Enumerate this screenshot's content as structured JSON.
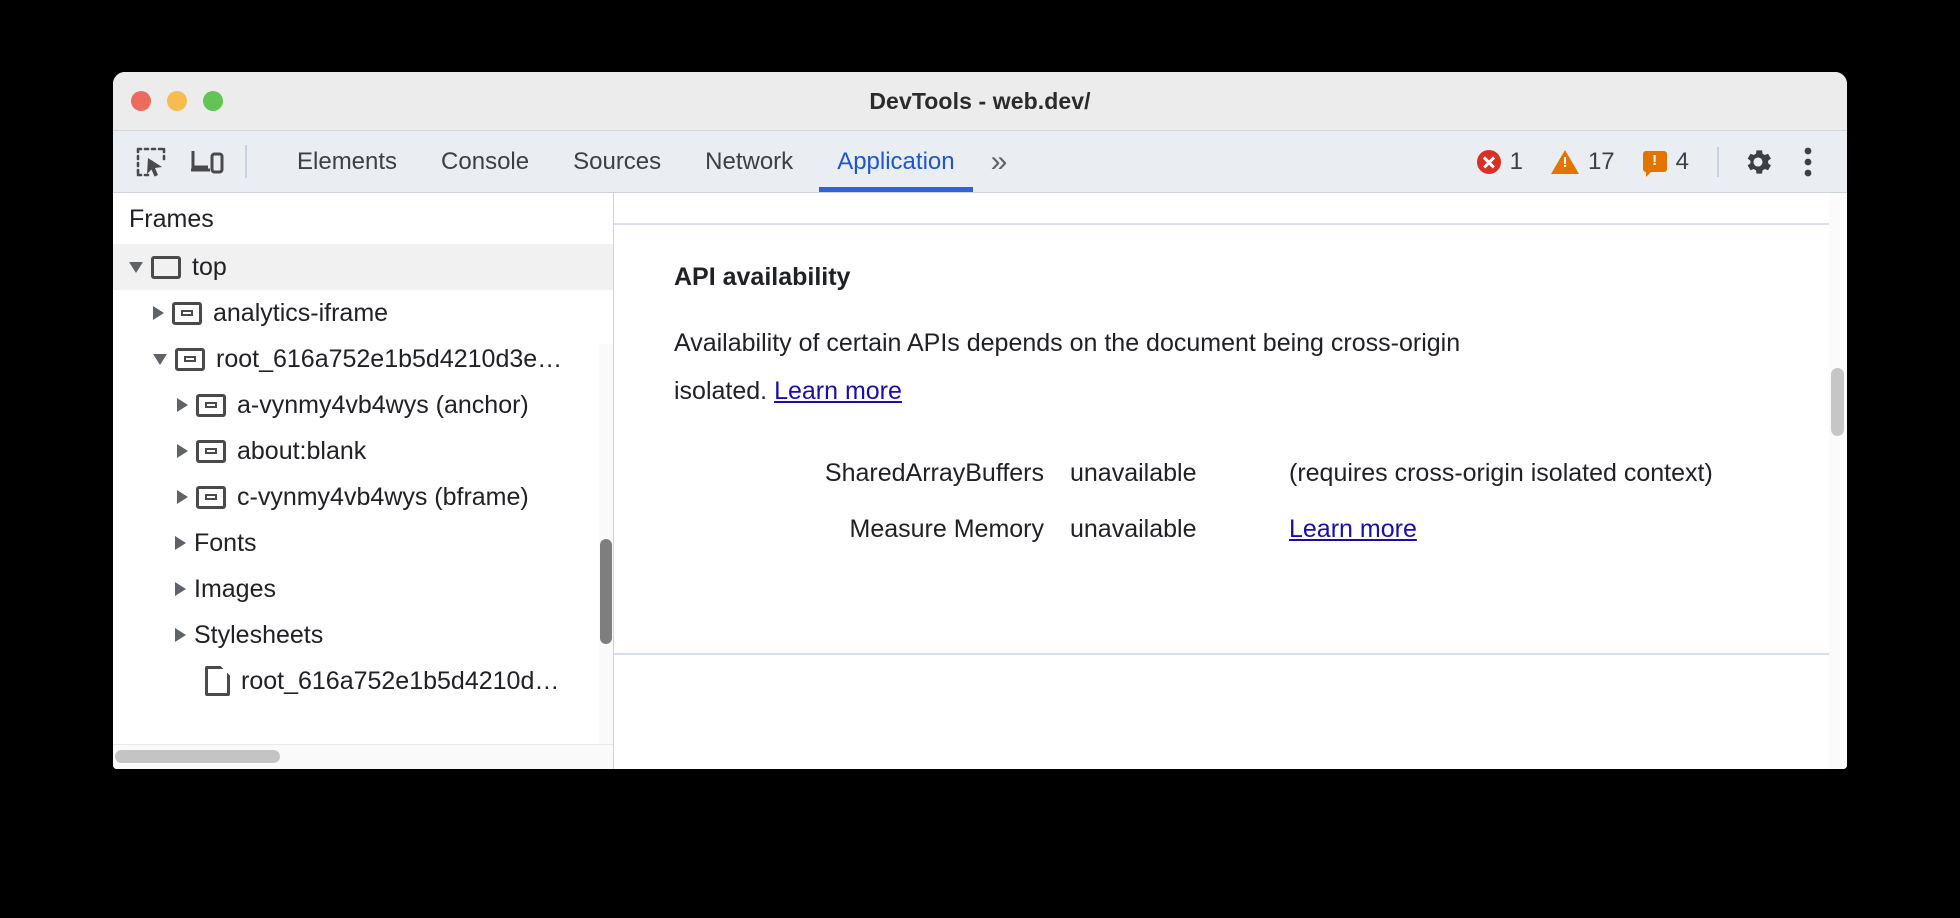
{
  "window": {
    "title": "DevTools - web.dev/",
    "traffic_lights": [
      "close-red",
      "minimize-yellow",
      "zoom-green"
    ]
  },
  "toolbar": {
    "inspect_icon": "inspect-element-icon",
    "device_icon": "device-toolbar-icon",
    "tabs": [
      {
        "label": "Elements",
        "active": false
      },
      {
        "label": "Console",
        "active": false
      },
      {
        "label": "Sources",
        "active": false
      },
      {
        "label": "Network",
        "active": false
      },
      {
        "label": "Application",
        "active": true
      }
    ],
    "more_tabs_label": "»",
    "counters": {
      "errors": "1",
      "warnings": "17",
      "issues": "4"
    },
    "settings_icon": "gear-icon",
    "menu_icon": "kebab-menu-icon",
    "colors": {
      "error": "#d93025",
      "warning": "#e37400",
      "issue": "#e37400",
      "active_tab": "#1a56d6",
      "active_underline": "#2f63d8"
    }
  },
  "sidebar": {
    "header": "Frames",
    "tree": [
      {
        "label": "top",
        "depth": 0,
        "twisty": "open",
        "icon": "frame-top-icon",
        "selected": true
      },
      {
        "label": "analytics-iframe",
        "depth": 1,
        "twisty": "closed",
        "icon": "frame-child-icon",
        "selected": false
      },
      {
        "label": "root_616a752e1b5d4210d3e…",
        "depth": 1,
        "twisty": "open",
        "icon": "frame-child-icon",
        "selected": false
      },
      {
        "label": "a-vynmy4vb4wys (anchor)",
        "depth": 2,
        "twisty": "closed",
        "icon": "frame-child-icon",
        "selected": false
      },
      {
        "label": "about:blank",
        "depth": 2,
        "twisty": "closed",
        "icon": "frame-child-icon",
        "selected": false
      },
      {
        "label": "c-vynmy4vb4wys (bframe)",
        "depth": 2,
        "twisty": "closed",
        "icon": "frame-child-icon",
        "selected": false
      },
      {
        "label": "Fonts",
        "depth": 1,
        "twisty": "closed",
        "icon": "none",
        "selected": false
      },
      {
        "label": "Images",
        "depth": 1,
        "twisty": "closed",
        "icon": "none",
        "selected": false
      },
      {
        "label": "Stylesheets",
        "depth": 1,
        "twisty": "closed",
        "icon": "none",
        "selected": false
      },
      {
        "label": "root_616a752e1b5d4210d…",
        "depth": 2,
        "twisty": "none",
        "icon": "document-icon",
        "selected": false
      }
    ]
  },
  "main": {
    "section": {
      "title": "API availability",
      "paragraph_part1": "Availability of certain APIs depends on the document being cross-origin isolated. ",
      "paragraph_link": "Learn more",
      "rows": [
        {
          "key": "SharedArrayBuffers",
          "value": "unavailable",
          "note": "(requires cross-origin isolated context)",
          "link": ""
        },
        {
          "key": "Measure Memory",
          "value": "unavailable",
          "note": "",
          "link": "Learn more"
        }
      ]
    }
  }
}
